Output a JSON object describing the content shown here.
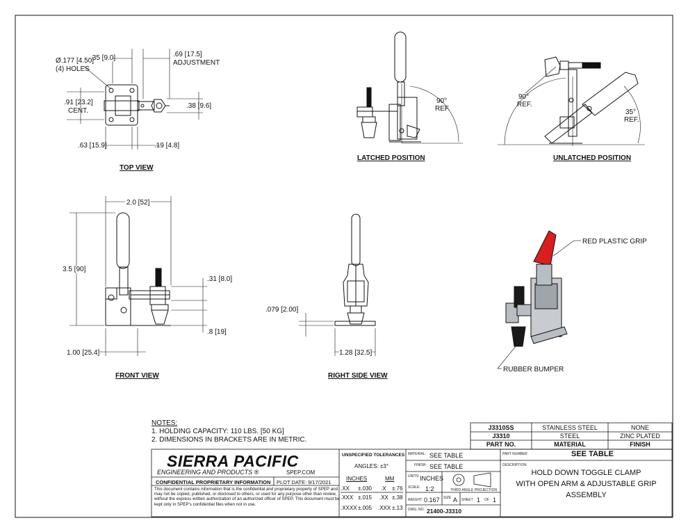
{
  "views": {
    "top": "TOP VIEW",
    "latched": "LATCHED POSITION",
    "unlatched": "UNLATCHED POSITION",
    "front": "FRONT VIEW",
    "right_side": "RIGHT SIDE VIEW"
  },
  "dims": {
    "hole_dia": "Ø.177 [4.50]",
    "holes": "(4) HOLES",
    "d35": ".35 [9.0]",
    "d69": ".69 [17.5]",
    "adjustment": "ADJUSTMENT",
    "d91": ".91 [23.2]",
    "cent": "CENT.",
    "d38": ".38 [9.6]",
    "d63": ".63 [15.9]",
    "d19": ".19 [4.8]",
    "deg90a": "90°",
    "ref_a": "REF.",
    "deg90b": "90°",
    "ref_b": "REF.",
    "deg35": "35°",
    "ref_c": "REF.",
    "d20": "2.0 [52]",
    "d35b": "3.5 [90]",
    "d31": ".31 [8.0]",
    "d8": ".8 [19]",
    "d100": "1.00 [25.4]",
    "d079": ".079 [2.00]",
    "d128": "1.28 [32.5]"
  },
  "callouts": {
    "grip": "RED PLASTIC GRIP",
    "bumper": "RUBBER BUMPER"
  },
  "notes": {
    "heading": "NOTES:",
    "n1": "1.   HOLDING CAPACITY: 110 LBS. [50 KG]",
    "n2": "2.   DIMENSIONS IN BRACKETS ARE IN METRIC."
  },
  "parts_table": {
    "r1": [
      "J3310SS",
      "STAINLESS STEEL",
      "NONE"
    ],
    "r2": [
      "J3310",
      "STEEL",
      "ZINC PLATED"
    ],
    "header": [
      "PART NO.",
      "MATERIAL",
      "FINISH"
    ]
  },
  "title_block": {
    "company": "SIERRA PACIFIC",
    "company_sub": "ENGINEERING AND PRODUCTS",
    "reg": "®",
    "website": "SPEP.COM",
    "confidential": "CONFIDENTIAL PROPRIETARY INFORMATION",
    "plot_date": "PLOT DATE: 9/17/2021",
    "conf_text": "This document contains information that is the confidential and proprietary property of SPEP and may not be copied, published, or disclosed to others, or used for any purpose  other than review, without the express written authorization of an authorized officer of SPEP. This document must be kept only in SPEP's confidential files when not in use.",
    "tol_head": "UNSPECIFIED TOLERANCES",
    "angles": "ANGLES: ±3°",
    "inches": "INCHES",
    "mm": "MM",
    "tol": [
      [
        ".XX",
        "±.030",
        ".X",
        "±.76"
      ],
      [
        ".XXX",
        "±.015",
        ".XX",
        "±.38"
      ],
      [
        ".XXXX",
        "±.005",
        ".XXX",
        "±.13"
      ]
    ],
    "material_lab": "MATERIAL:",
    "material_val": "SEE TABLE",
    "finish_lab": "FINISH:",
    "finish_val": "SEE TABLE",
    "units_lab": "UNITS:",
    "units_val": "INCHES",
    "scale_lab": "SCALE:",
    "scale_val": "1:2",
    "projection": "THIRD ANGLE PROJECTION",
    "weight_lab": "WEIGHT:",
    "weight_val": "0.167",
    "size_lab": "SIZE",
    "size_val": "A",
    "sheet_lab": "SHEET",
    "sheet_val": "1",
    "of_lab": "OF",
    "of_val": "1",
    "dwg_lab": "DWG. NO.",
    "dwg_val": "21400-J3310",
    "partnum_lab": "PART NUMBER",
    "partnum_val": "SEE TABLE",
    "desc_lab": "DESCRIPTION:",
    "desc1": "HOLD DOWN TOGGLE CLAMP",
    "desc2": "WITH OPEN ARM & ADJUSTABLE GRIP",
    "desc3": "ASSEMBLY"
  },
  "colors": {
    "line": "#111111",
    "grip_red": "#d81e1e",
    "metal": "#b9bec4"
  }
}
